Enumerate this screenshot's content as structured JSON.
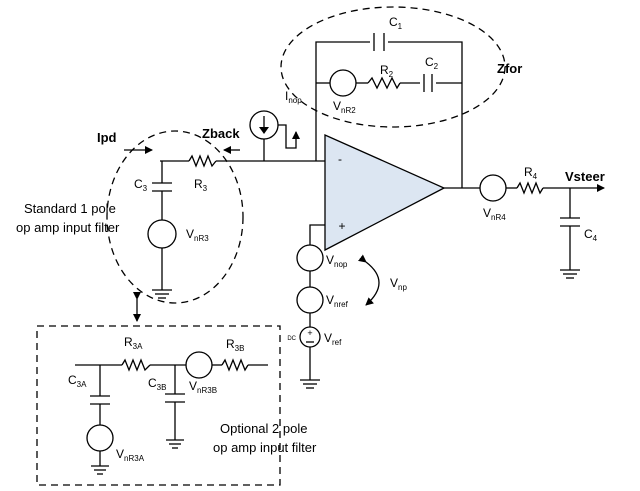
{
  "components": {
    "c1": "C",
    "c1_sub": "1",
    "c2": "C",
    "c2_sub": "2",
    "r2": "R",
    "r2_sub": "2",
    "vnr2": "V",
    "vnr2_sub": "nR2",
    "inop": "I",
    "inop_sub": "nop",
    "c3": "C",
    "c3_sub": "3",
    "r3": "R",
    "r3_sub": "3",
    "vnr3": "V",
    "vnr3_sub": "nR3",
    "r4": "R",
    "r4_sub": "4",
    "vnr4": "V",
    "vnr4_sub": "nR4",
    "c4": "C",
    "c4_sub": "4",
    "vnop": "V",
    "vnop_sub": "nop",
    "vnref": "V",
    "vnref_sub": "nref",
    "vref": "V",
    "vref_sub": "ref",
    "vnp": "V",
    "vnp_sub": "np",
    "r3a": "R",
    "r3a_sub": "3A",
    "r3b": "R",
    "r3b_sub": "3B",
    "c3a": "C",
    "c3a_sub": "3A",
    "c3b": "C",
    "c3b_sub": "3B",
    "vnr3b": "V",
    "vnr3b_sub": "nR3B",
    "vnr3a": "V",
    "vnr3a_sub": "nR3A"
  },
  "labels": {
    "ipd": "Ipd",
    "zback": "Zback",
    "zfor": "Zfor",
    "vsteer": "Vsteer",
    "dc": "DC",
    "minus": "-",
    "plus": "+",
    "vref_plus": "+"
  },
  "notes": {
    "standard_line1": "Standard 1 pole",
    "standard_line2": "op amp input filter",
    "optional_line1": "Optional 2 pole",
    "optional_line2": "op amp input filter"
  }
}
